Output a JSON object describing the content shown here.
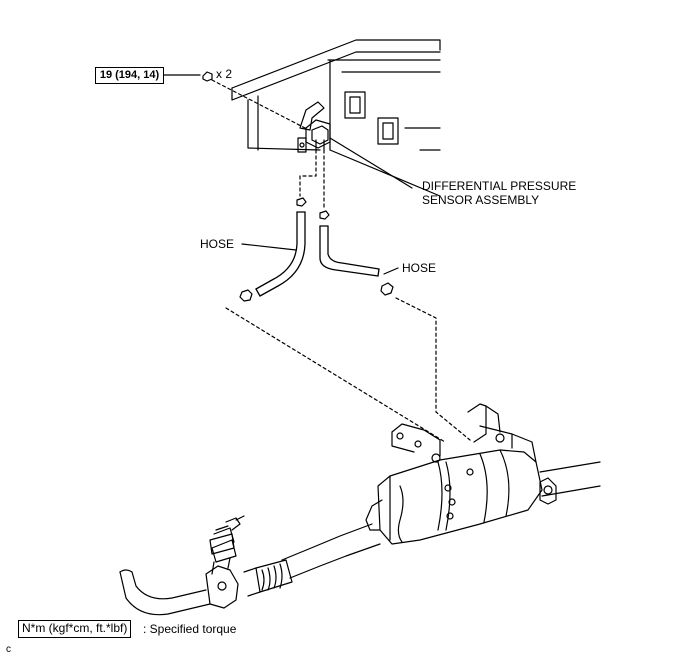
{
  "torque_spec": "19 (194, 14)",
  "quantity": "x 2",
  "sensor_label_line1": "DIFFERENTIAL PRESSURE",
  "sensor_label_line2": "SENSOR ASSEMBLY",
  "hose_label_left": "HOSE",
  "hose_label_right": "HOSE",
  "legend_units": "N*m (kgf*cm, ft.*lbf)",
  "legend_text": ": Specified torque",
  "corner_mark": "c"
}
